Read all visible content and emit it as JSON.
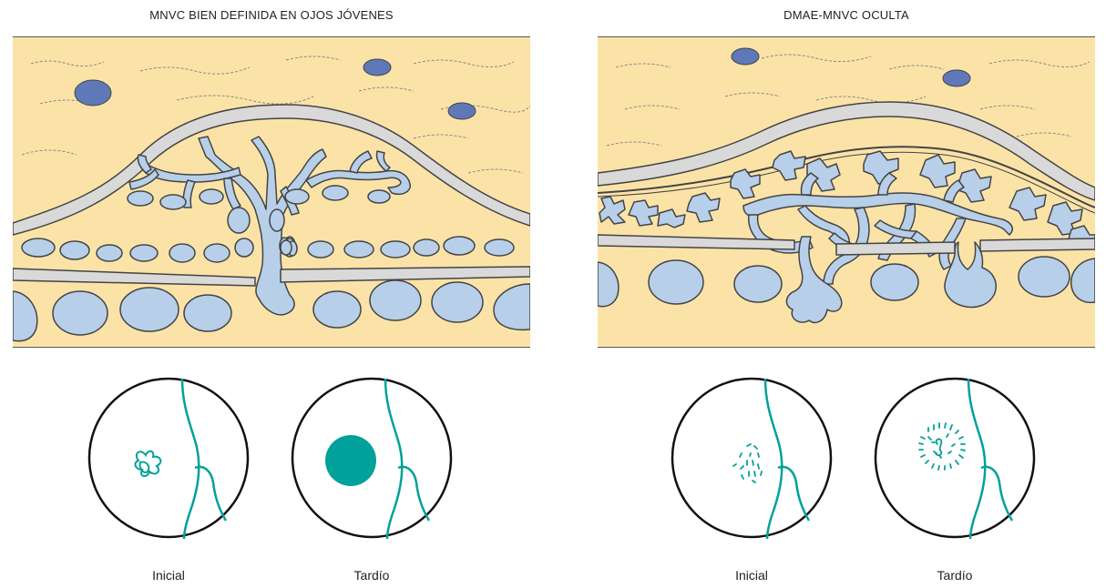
{
  "titles": {
    "left": "MNVC BIEN DEFINIDA EN OJOS JÓVENES",
    "right": "DMAE-MNVC OCULTA"
  },
  "captions": {
    "left_early": "Inicial",
    "left_late": "Tardío",
    "right_early": "Inicial",
    "right_late": "Tardío"
  },
  "colors": {
    "tissue": "#fbe3a8",
    "vessel": "#b7cfe9",
    "outline": "#4a4a4a",
    "membrane": "#d9d9d9",
    "cell": "#5f78b8",
    "fluorescein": "#00a19a"
  }
}
